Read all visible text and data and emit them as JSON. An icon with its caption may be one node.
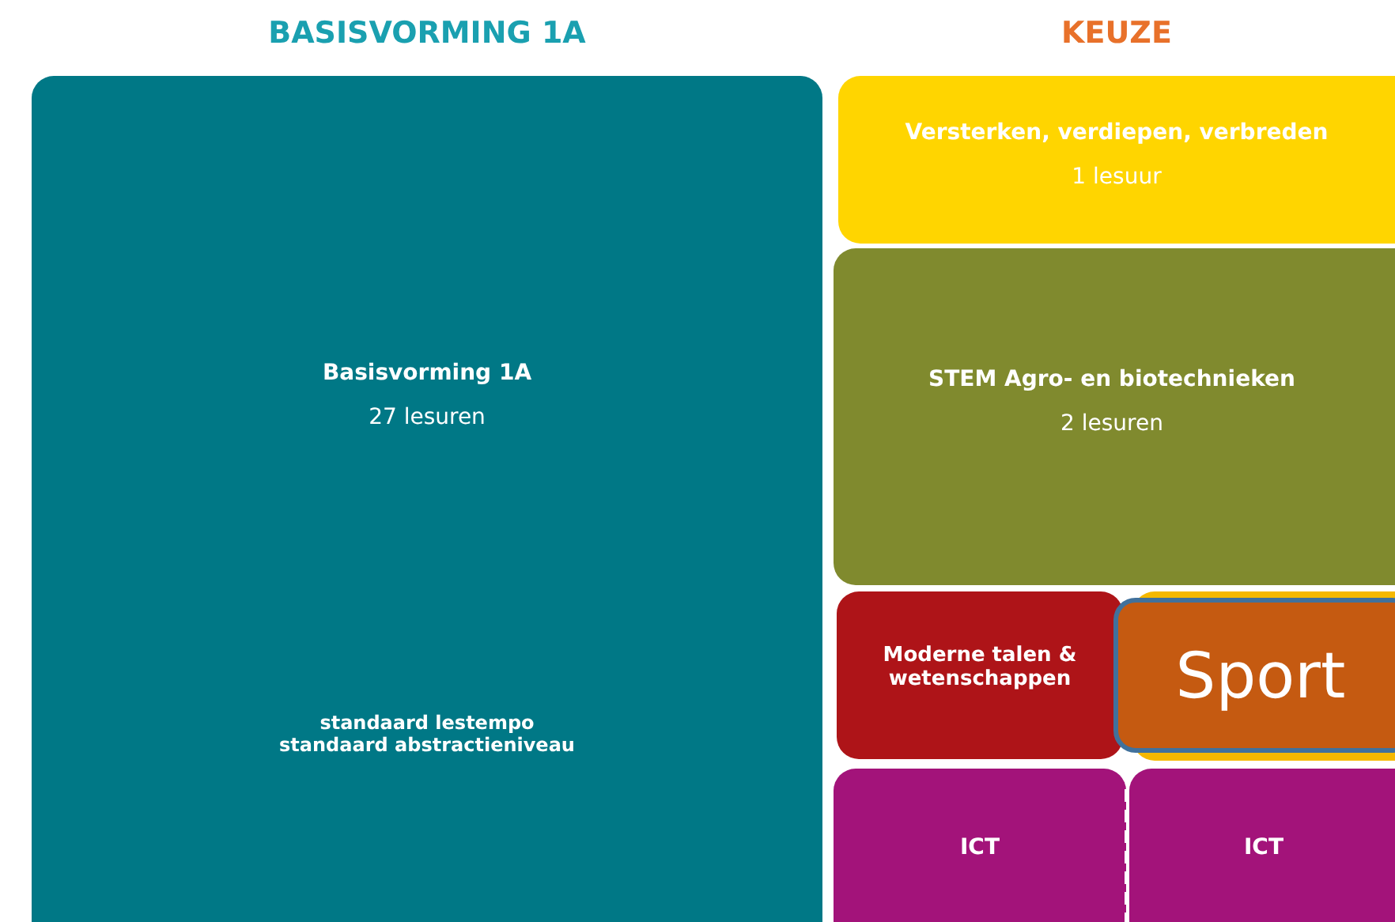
{
  "diagram": {
    "nodes": [
      {
        "text": [
          "Basisvorming 1A",
          "27 lesuren",
          "standaard lestempo standaard abstractieniveau"
        ]
      },
      {
        "text": [
          "Versterken, verdiepen, verbreden",
          "1 lesuur"
        ]
      },
      {
        "text": [
          "STEM Agro- en biotechnieken",
          "2 lesuren"
        ]
      },
      {
        "text": [
          "Moderne talen & wetenschappen"
        ]
      },
      {
        "text": [
          "Sport"
        ]
      },
      {
        "text": [
          "ICT"
        ]
      },
      {
        "text": [
          "ICT"
        ]
      }
    ],
    "edges": [],
    "labels": [
      "BASISVORMING 1A",
      "KEUZE"
    ]
  }
}
